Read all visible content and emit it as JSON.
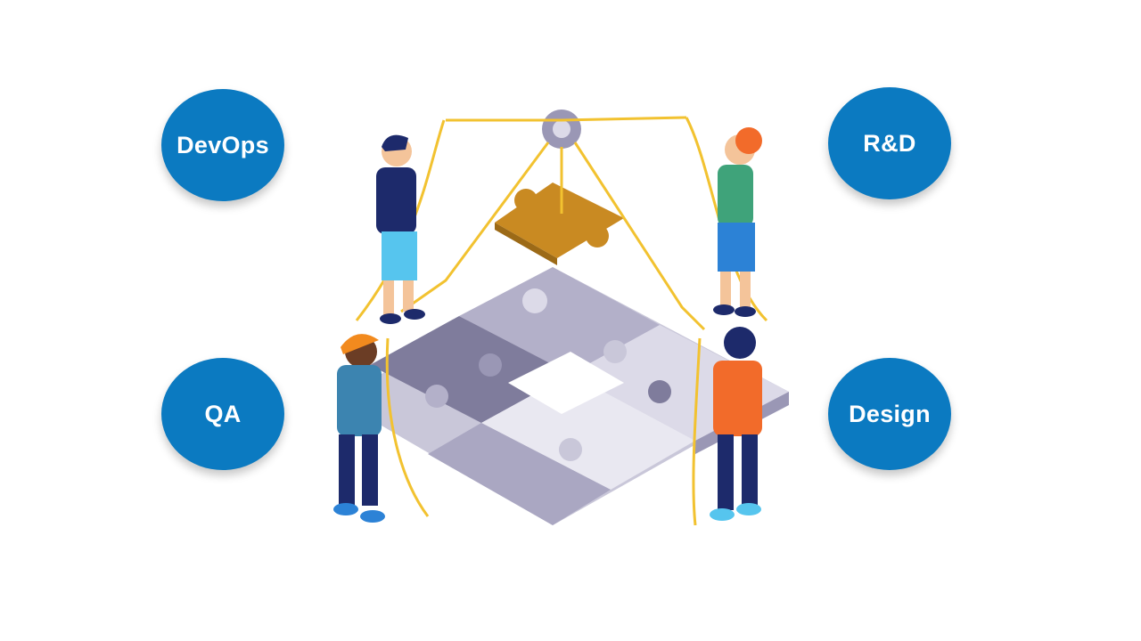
{
  "teams": {
    "devops": "DevOps",
    "rd": "R&D",
    "qa": "QA",
    "design": "Design"
  },
  "colors": {
    "bubble": "#0b7ac1",
    "rope": "#f2c230",
    "puzzle_light": "#c9c7d9",
    "puzzle_dark": "#7f7c9c",
    "puzzle_gold": "#c98a22"
  },
  "illustration": {
    "description_icon": "team-assembling-puzzle-illustration"
  }
}
